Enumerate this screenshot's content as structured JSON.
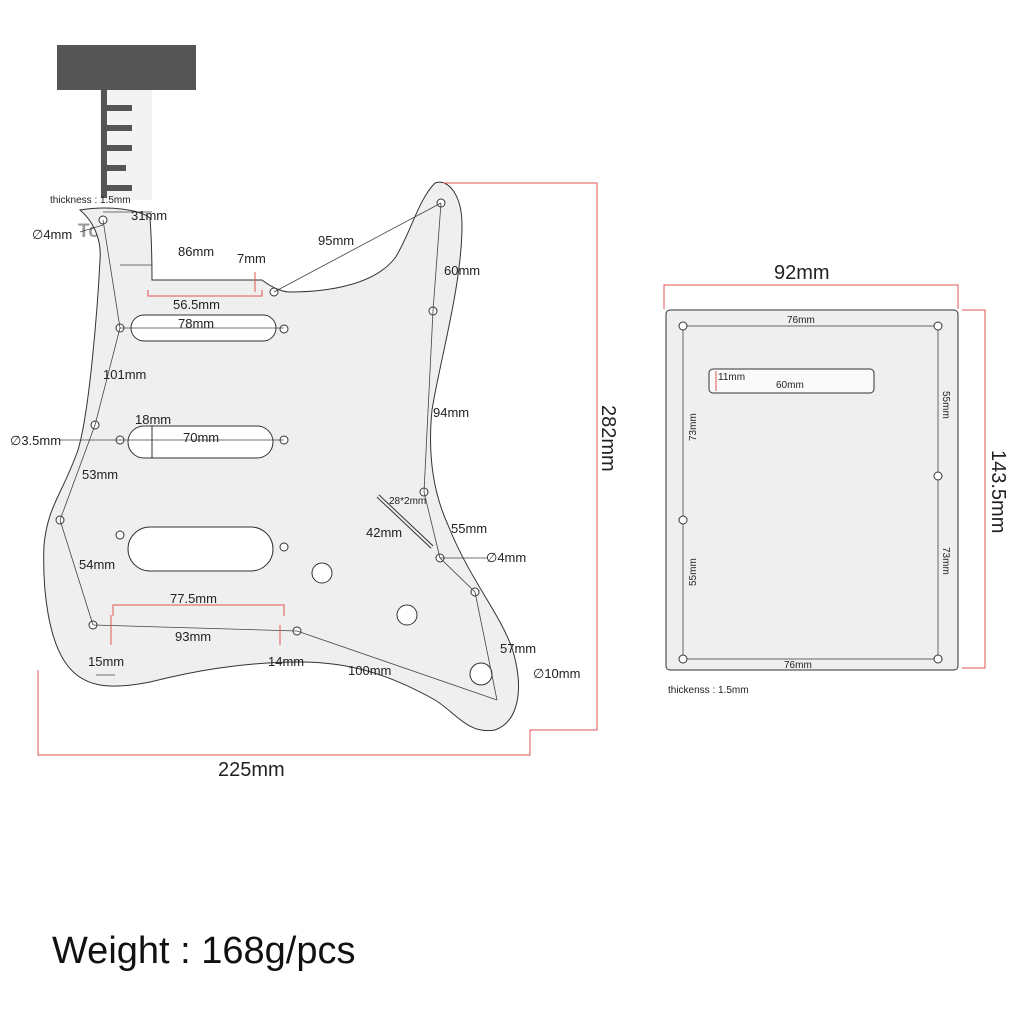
{
  "logo": {
    "text": "Tooyful"
  },
  "pickguard": {
    "thickness": "thickness : 1.5mm",
    "labels": {
      "d31": "31mm",
      "hole4_left": "∅4mm",
      "d86": "86mm",
      "d7": "7mm",
      "d95": "95mm",
      "d60": "60mm",
      "d56_5": "56.5mm",
      "d78": "78mm",
      "d101": "101mm",
      "d94": "94mm",
      "d18": "18mm",
      "d70": "70mm",
      "hole3_5": "∅3.5mm",
      "d53": "53mm",
      "slot": "28*2mm",
      "d42": "42mm",
      "d55": "55mm",
      "hole4_right": "∅4mm",
      "d54": "54mm",
      "d77_5": "77.5mm",
      "d93": "93mm",
      "d15": "15mm",
      "d14": "14mm",
      "d100": "100mm",
      "d57": "57mm",
      "hole10": "∅10mm",
      "height": "282mm",
      "width": "225mm"
    }
  },
  "backplate": {
    "labels": {
      "width": "92mm",
      "height": "143.5mm",
      "top": "76mm",
      "bottom": "76mm",
      "slot_h": "11mm",
      "slot_w": "60mm",
      "left_top": "73mm",
      "left_bottom": "55mm",
      "right_top": "55mm",
      "right_bottom": "73mm",
      "thickness": "thickenss : 1.5mm"
    }
  },
  "footer": {
    "weight": "Weight : 168g/pcs"
  }
}
